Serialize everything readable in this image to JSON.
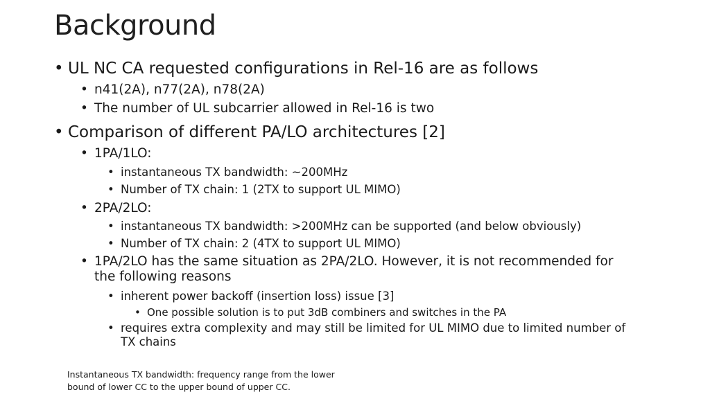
{
  "slide": {
    "title": "Background",
    "bullet_glyph": "•",
    "items": [
      {
        "level": 1,
        "text": "UL NC CA requested configurations in Rel-16 are as follows"
      },
      {
        "level": 2,
        "text": " n41(2A), n77(2A), n78(2A)"
      },
      {
        "level": 2,
        "text": "The number of UL subcarrier allowed in Rel-16 is two"
      },
      {
        "level": 1,
        "text": "Comparison of different PA/LO architectures [2]"
      },
      {
        "level": 2,
        "text": "1PA/1LO:"
      },
      {
        "level": 3,
        "text": "instantaneous TX bandwidth: ~200MHz"
      },
      {
        "level": 3,
        "text": "Number of TX chain: 1 (2TX to support UL MIMO)"
      },
      {
        "level": 2,
        "text": "2PA/2LO:"
      },
      {
        "level": 3,
        "text": "instantaneous TX bandwidth: >200MHz can be supported (and below obviously)"
      },
      {
        "level": 3,
        "text": "Number of TX chain: 2 (4TX to support UL MIMO)"
      },
      {
        "level": 2,
        "text": "1PA/2LO has the same situation as 2PA/2LO. However, it is not recommended for",
        "continuation": "the following reasons"
      },
      {
        "level": 3,
        "text": "inherent power backoff (insertion loss) issue [3]"
      },
      {
        "level": 4,
        "text": "One possible solution is to put 3dB combiners and switches in the PA"
      },
      {
        "level": 3,
        "text": "requires extra complexity and may still be limited for UL MIMO due to limited number of",
        "continuation": "TX chains"
      }
    ],
    "footnote": {
      "line1": "Instantaneous TX bandwidth: frequency range from the lower",
      "line2": "bound of lower CC to the upper bound of upper CC."
    }
  }
}
